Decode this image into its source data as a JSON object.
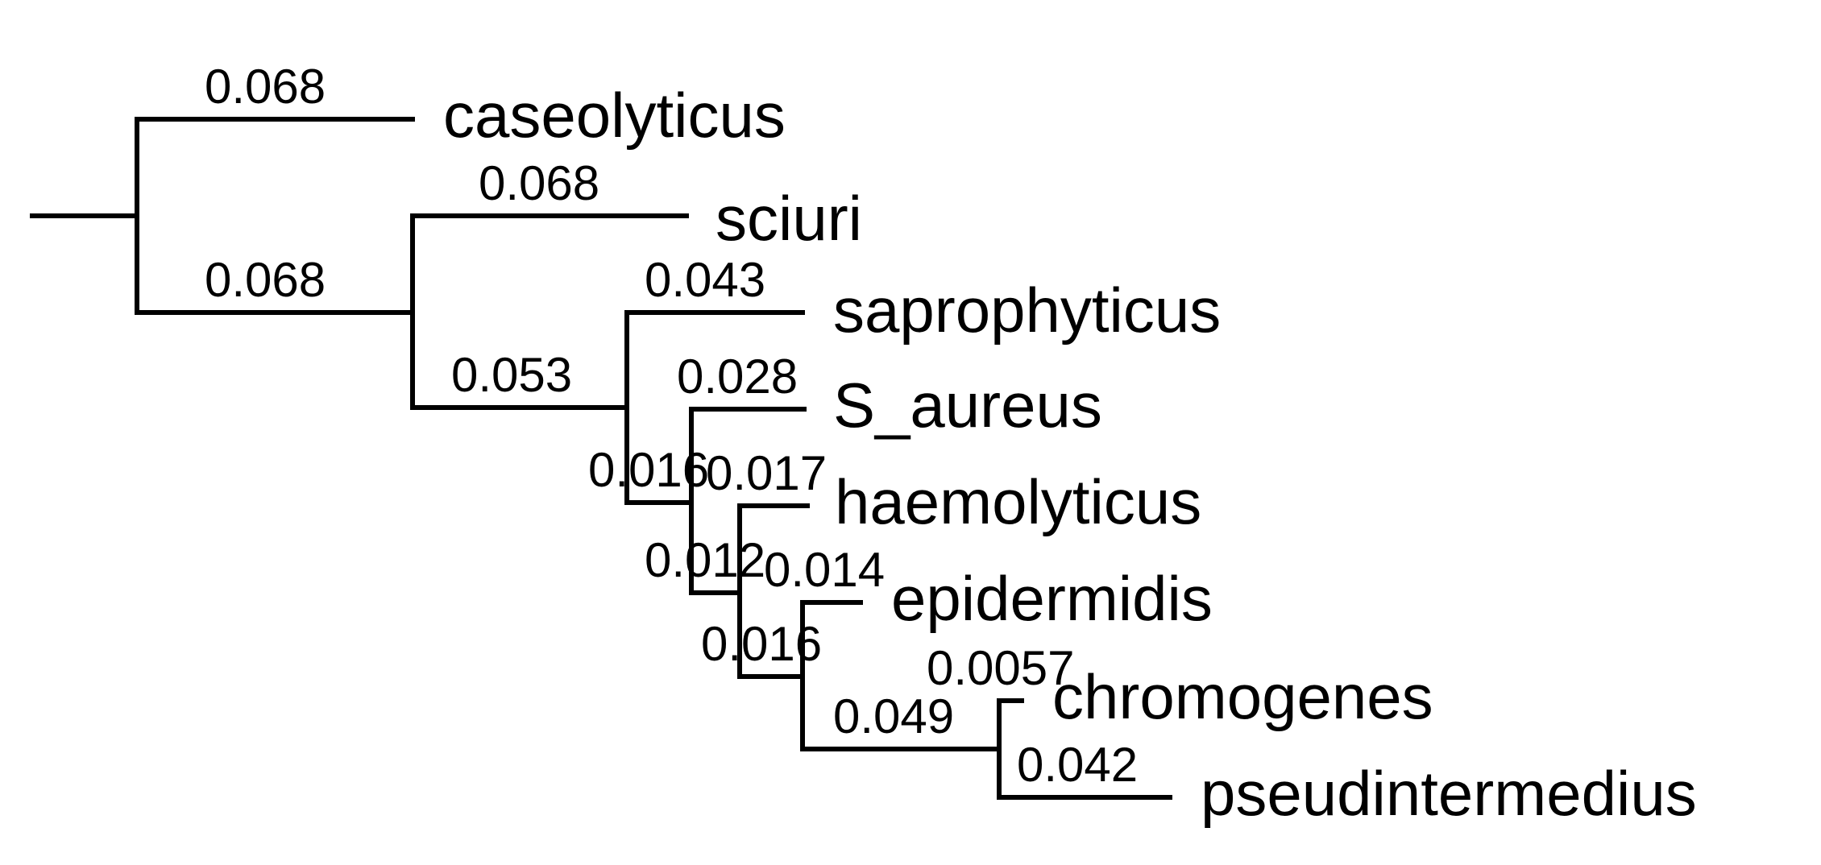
{
  "tree": {
    "leaves": [
      {
        "id": "caseolyticus",
        "label": "caseolyticus"
      },
      {
        "id": "sciuri",
        "label": "sciuri"
      },
      {
        "id": "saprophyticus",
        "label": "saprophyticus"
      },
      {
        "id": "s-aureus",
        "label": "S_aureus"
      },
      {
        "id": "haemolyticus",
        "label": "haemolyticus"
      },
      {
        "id": "epidermidis",
        "label": "epidermidis"
      },
      {
        "id": "chromogenes",
        "label": "chromogenes"
      },
      {
        "id": "pseudintermedius",
        "label": "pseudintermedius"
      }
    ],
    "branch_lengths": {
      "caseolyticus": "0.068",
      "clade_a": "0.068",
      "sciuri": "0.068",
      "clade_b": "0.053",
      "saprophyticus": "0.043",
      "clade_c": "0.016",
      "s_aureus": "0.028",
      "clade_d": "0.012",
      "haemolyticus": "0.017",
      "clade_e": "0.016",
      "epidermidis": "0.014",
      "clade_f": "0.049",
      "chromogenes": "0.0057",
      "pseudintermedius": "0.042"
    }
  }
}
